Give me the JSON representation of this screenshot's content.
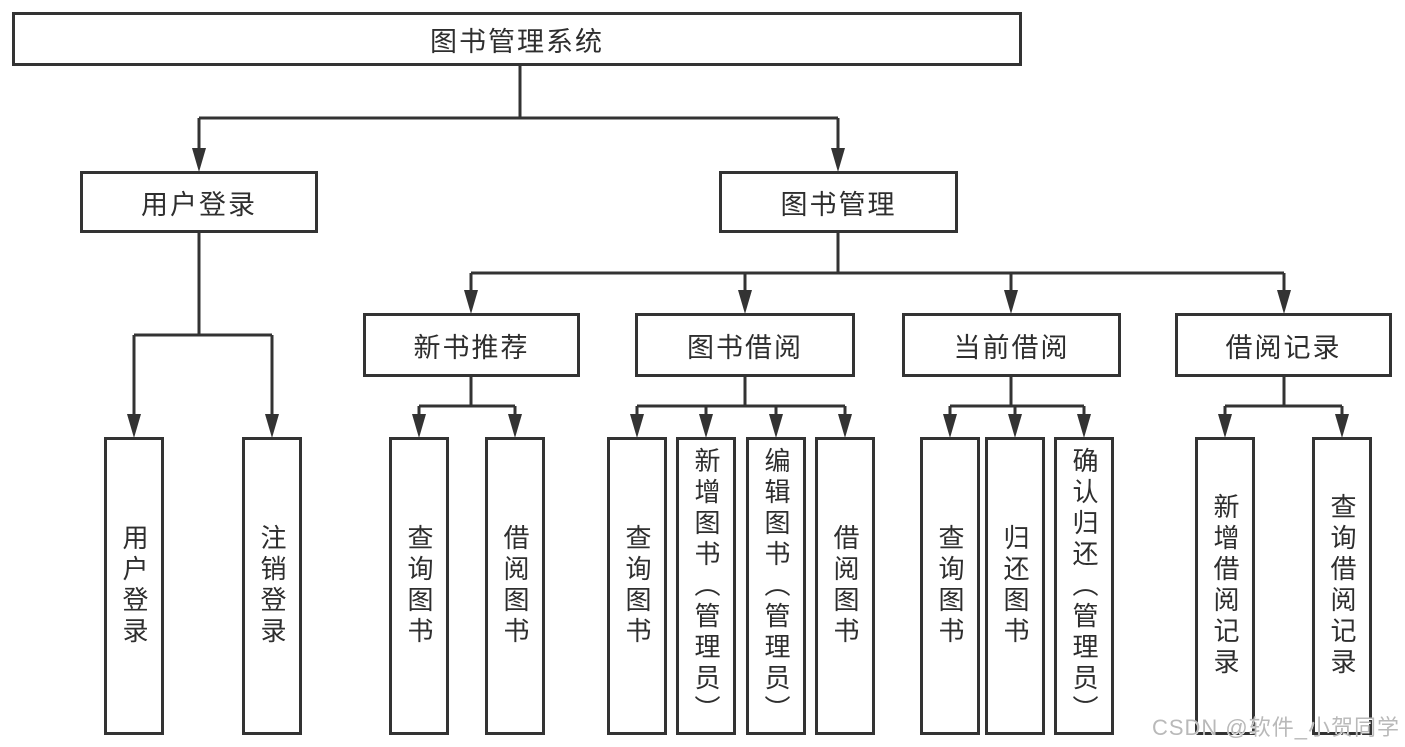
{
  "diagram": {
    "root_label": "图书管理系统",
    "user_login": {
      "label": "用户登录",
      "children": [
        "用户登录",
        "注销登录"
      ]
    },
    "book_management": {
      "label": "图书管理",
      "sections": [
        {
          "label": "新书推荐",
          "children": [
            "查询图书",
            "借阅图书"
          ]
        },
        {
          "label": "图书借阅",
          "children": [
            "查询图书",
            "新增图书（管理员）",
            "编辑图书（管理员）",
            "借阅图书"
          ]
        },
        {
          "label": "当前借阅",
          "children": [
            "查询图书",
            "归还图书",
            "确认归还（管理员）"
          ]
        },
        {
          "label": "借阅记录",
          "children": [
            "新增借阅记录",
            "查询借阅记录"
          ]
        }
      ]
    }
  },
  "watermark": {
    "text": "CSDN @软件_小贺同学"
  },
  "colors": {
    "line": "#333333",
    "box_border": "#333333",
    "box_fill": "#ffffff",
    "text": "#2e2e2e",
    "watermark": "#b9b9b9"
  }
}
